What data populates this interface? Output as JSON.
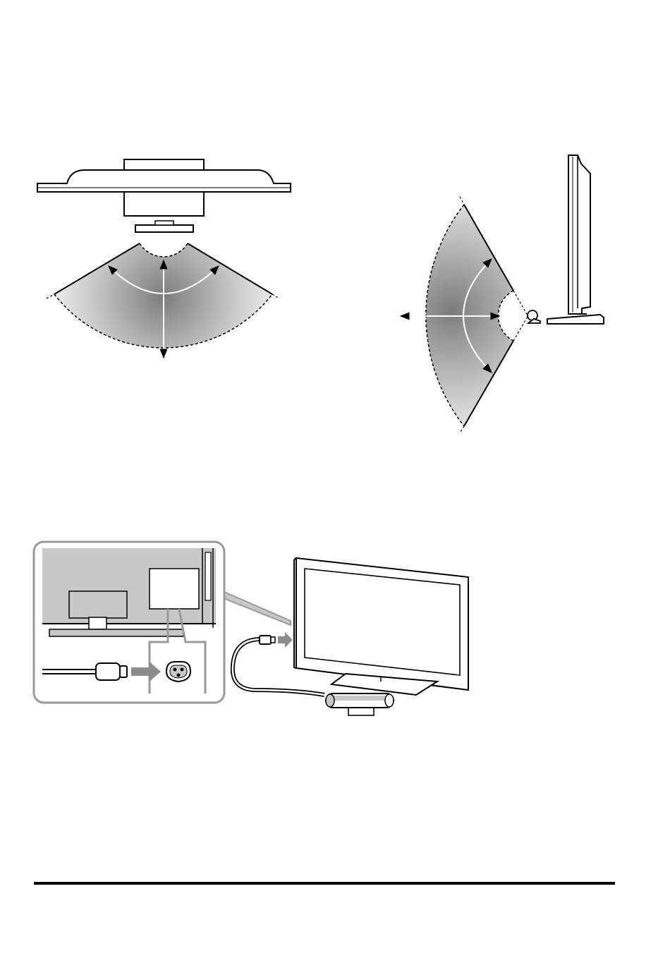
{
  "figures": [
    {
      "id": "top-view",
      "kind": "tv-top-view-with-camera-field"
    },
    {
      "id": "side-view",
      "kind": "tv-side-view-with-camera-field"
    },
    {
      "id": "connection",
      "kind": "camera-connection-to-tv"
    }
  ],
  "colors": {
    "line": "#000000",
    "gray_panel": "#c8c8c8",
    "gray_frame": "#9a9a9a",
    "arrow_gray": "#8c8c8c",
    "field_shade": "#8a8a8a"
  },
  "icons": [
    "camera-icon",
    "cable-plug-icon",
    "camera-socket-icon",
    "arrow-right-icon"
  ]
}
